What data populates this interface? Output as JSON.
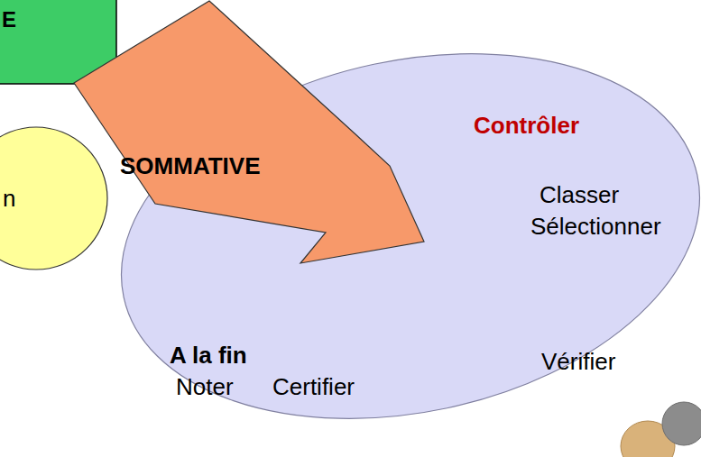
{
  "diagram": {
    "nodes": [
      {
        "text": [
          "E"
        ]
      },
      {
        "text": [
          "SOMMATIVE"
        ]
      },
      {
        "text": [
          "n"
        ]
      },
      {
        "text": [
          "Contrôler",
          "Classer",
          "Sélectionner",
          "A la fin",
          "Vérifier",
          "Noter",
          "Certifier"
        ]
      }
    ]
  }
}
